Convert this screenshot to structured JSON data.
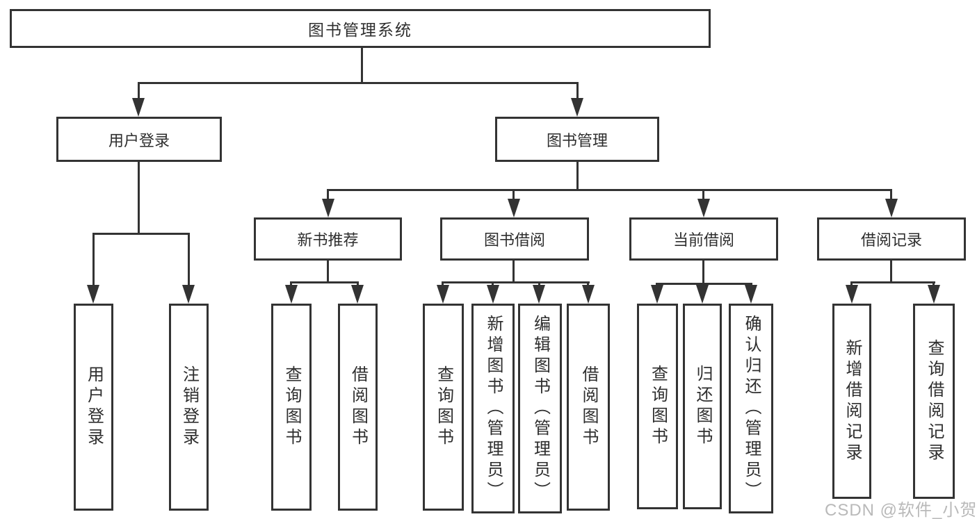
{
  "colors": {
    "line": "#333333",
    "text": "#2e2e2e",
    "box_background": "#ffffff",
    "watermark": "#b9b9b9"
  },
  "watermark": {
    "text": "CSDN @软件_小贺同学"
  },
  "tree": {
    "root": {
      "label": "图书管理系统"
    },
    "branches": [
      {
        "label": "用户登录",
        "children": [
          {
            "label": "用户登录"
          },
          {
            "label": "注销登录"
          }
        ]
      },
      {
        "label": "图书管理",
        "children": [
          {
            "label": "新书推荐",
            "children": [
              {
                "label": "查询图书"
              },
              {
                "label": "借阅图书"
              }
            ]
          },
          {
            "label": "图书借阅",
            "children": [
              {
                "label": "查询图书"
              },
              {
                "label": "新增图书（管理员）"
              },
              {
                "label": "编辑图书（管理员）"
              },
              {
                "label": "借阅图书"
              }
            ]
          },
          {
            "label": "当前借阅",
            "children": [
              {
                "label": "查询图书"
              },
              {
                "label": "归还图书"
              },
              {
                "label": "确认归还（管理员）"
              }
            ]
          },
          {
            "label": "借阅记录",
            "children": [
              {
                "label": "新增借阅记录"
              },
              {
                "label": "查询借阅记录"
              }
            ]
          }
        ]
      }
    ]
  }
}
